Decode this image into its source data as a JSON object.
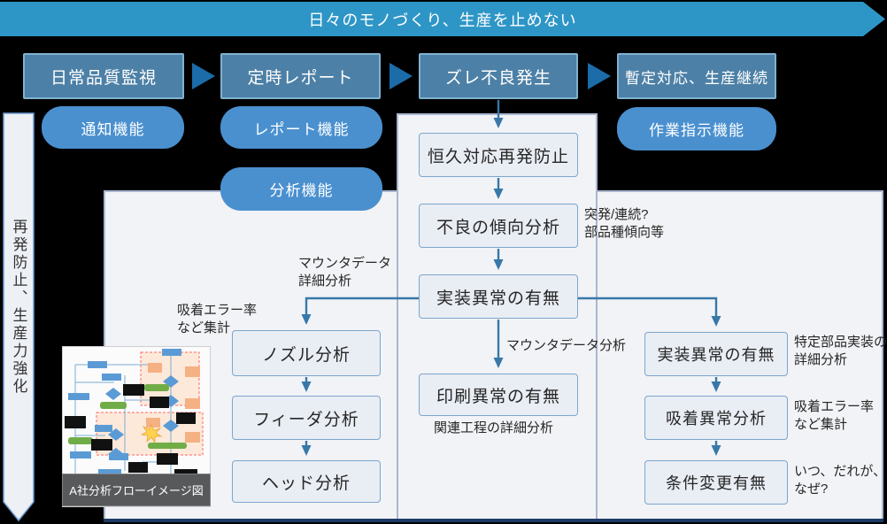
{
  "slide": {
    "top_banner": "日々のモノづくり、生産を止めない",
    "side_banner": "再発防止、生産力強化"
  },
  "process_row": {
    "steps": [
      "日常品質監視",
      "定時レポート",
      "ズレ不良発生",
      "暫定対応、生産継続"
    ]
  },
  "function_pills": {
    "notify": "通知機能",
    "report": "レポート機能",
    "analysis": "分析機能",
    "work_instruction": "作業指示機能"
  },
  "flow": {
    "center": [
      "恒久対応再発防止",
      "不良の傾向分析",
      "実装異常の有無",
      "印刷異常の有無"
    ],
    "left": [
      "ノズル分析",
      "フィーダ分析",
      "ヘッド分析"
    ],
    "right": [
      "実装異常の有無",
      "吸着異常分析",
      "条件変更有無"
    ]
  },
  "annotations": {
    "trend": "突発/連続?\n部品種傾向等",
    "mounter_detail": "マウンタデータ\n詳細分析",
    "pickup_rate_left": "吸着エラー率\nなど集計",
    "mounter_analysis": "マウンタデータ分析",
    "related_process": "関連工程の詳細分析",
    "specific_parts": "特定部品実装の\n詳細分析",
    "pickup_rate_right": "吸着エラー率\nなど集計",
    "when_who_why": "いつ、だれが、\nなぜ?"
  },
  "thumbnail": {
    "caption": "A社分析フローイメージ図"
  },
  "colors": {
    "background": "#000000",
    "top_banner": "#2e96c6",
    "process_box": "#4d80a6",
    "process_box_border": "#7fb2d0",
    "arrow_triangle": "#1b6ca9",
    "pill": "#4a90cf",
    "panel_fill": "#f2f3f6",
    "panel_border": "#a9b6cf",
    "panel_bottom_bar": "#1b3a66",
    "flow_box_fill": "#e9edf4",
    "flow_box_border": "#7ca6cd",
    "connector": "#3878a9",
    "caption_bar": "#58595b"
  }
}
